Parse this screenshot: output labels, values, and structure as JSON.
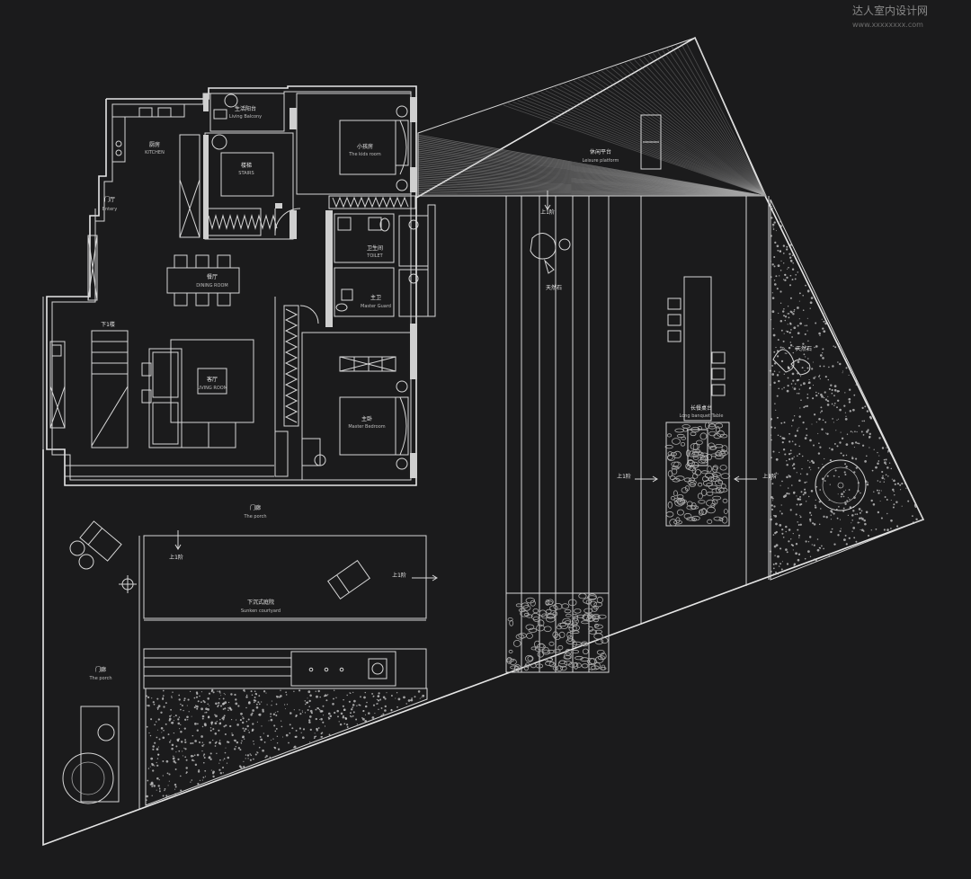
{
  "watermark": {
    "title": "达人室内设计网",
    "url": "www.xxxxxxxx.com"
  },
  "rooms": {
    "living_balcony": {
      "cn": "生活阳台",
      "en": "Living Balcony"
    },
    "kitchen": {
      "cn": "厨房",
      "en": "KITCHEN"
    },
    "stairs": {
      "cn": "楼梯",
      "en": "STAIRS"
    },
    "kids_room": {
      "cn": "小孩房",
      "en": "The kids room"
    },
    "entery": {
      "cn": "门厅",
      "en": "Entery"
    },
    "toilet": {
      "cn": "卫生间",
      "en": "TOILET"
    },
    "dining": {
      "cn": "餐厅",
      "en": "DINING ROOM"
    },
    "master_guard": {
      "cn": "主卫",
      "en": "Master Guard"
    },
    "down_stairs": {
      "cn": "下1楼"
    },
    "living": {
      "cn": "客厅",
      "en": "LIVING ROOM"
    },
    "master_bedroom": {
      "cn": "主卧",
      "en": "Master Bedroom"
    },
    "porch_1": {
      "cn": "门廊",
      "en": "The porch"
    },
    "sunken_courtyard": {
      "cn": "下沉式庭院",
      "en": "Sunken courtyard"
    },
    "porch_2": {
      "cn": "门廊",
      "en": "The porch"
    },
    "leisure_platform": {
      "cn": "休闲平台",
      "en": "Leisure platform"
    },
    "rockery_1": {
      "cn": "天然石"
    },
    "rockery_2": {
      "cn": "天然石"
    },
    "banquet": {
      "cn": "长餐桌台",
      "en": "Long banquet Table"
    }
  },
  "arrows": {
    "up_1": "上1阶",
    "up_2": "上1阶",
    "up_3": "上1阶",
    "up_4": "上1阶",
    "up_5": "上1阶"
  }
}
